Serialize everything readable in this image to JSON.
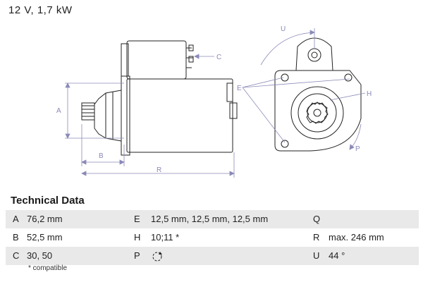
{
  "header": {
    "title": "12 V, 1,7 kW"
  },
  "drawing": {
    "labels": {
      "A": "A",
      "B": "B",
      "R": "R",
      "C": "C",
      "E": "E",
      "H": "H",
      "P": "P",
      "U": "U"
    },
    "line_color": "#222222",
    "dim_color": "#8a8ab8"
  },
  "technical_data": {
    "heading": "Technical Data",
    "rows": [
      {
        "k1": "A",
        "v1": "76,2 mm",
        "k2": "E",
        "v2": "12,5 mm, 12,5 mm, 12,5 mm",
        "k3": "Q",
        "v3": ""
      },
      {
        "k1": "B",
        "v1": "52,5 mm",
        "k2": "H",
        "v2": "10;11 *",
        "k3": "R",
        "v3": "max. 246 mm"
      },
      {
        "k1": "C",
        "v1": "30, 50",
        "k2": "P",
        "v2": "",
        "p_icon": "clockwise-rotation-icon",
        "k3": "U",
        "v3": "44 °"
      }
    ],
    "footnote": "* compatible"
  }
}
